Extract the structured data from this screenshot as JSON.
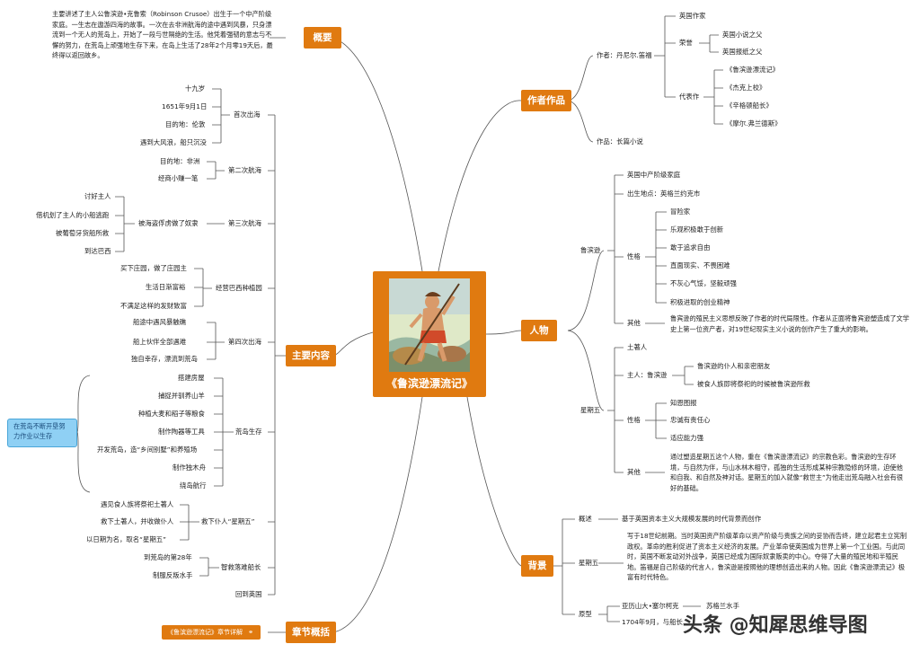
{
  "center": {
    "title": "《鲁滨逊漂流记》"
  },
  "hubs": {
    "summary": "概要",
    "works": "作者作品",
    "content": "主要内容",
    "characters": "人物",
    "background": "背景",
    "chapters": "章节概括"
  },
  "summary_text": "主要讲述了主人公鲁滨逊•克鲁索（Robinson Crusoe）出生于一个中产阶级家庭。一生志在遨游四海的故事。一次在去非洲航海的途中遇到风暴，只身漂流到一个无人的荒岛上，开始了一段与世隔绝的生活。他凭着强韧的意志与不懈的努力，在荒岛上顽强地生存下来，在岛上生活了28年2个月零19天后，最终得以返回故乡。",
  "works": {
    "author": "作者：丹尼尔.笛福",
    "english_writer": "英国作家",
    "honor": "荣誉",
    "honor_items": [
      "英国小说之父",
      "英国报纸之父"
    ],
    "representative": "代表作",
    "rep_items": [
      "《鲁滨逊漂流记》",
      "《杰克上校》",
      "《辛格顿船长》",
      "《摩尔.弗兰德斯》"
    ],
    "genre": "作品：长篇小说"
  },
  "content": {
    "voyage1": {
      "label": "首次出海",
      "items": [
        "十九岁",
        "1651年9月1日",
        "目的地：伦敦",
        "遇到大风浪，船只沉没"
      ]
    },
    "voyage2": {
      "label": "第二次航海",
      "items": [
        "目的地：非洲",
        "经商小赚一笔"
      ]
    },
    "voyage3": {
      "label": "第三次航海",
      "sub": "被海盗俘虏做了奴隶",
      "items": [
        "讨好主人",
        "借机划了主人的小船逃跑",
        "被葡萄牙货船所救",
        "到达巴西"
      ]
    },
    "plantation": {
      "label": "经营巴西种植园",
      "items": [
        "买下庄园，做了庄园主",
        "生活日渐富裕",
        "不满足这样的发财致富"
      ]
    },
    "voyage4": {
      "label": "第四次出海",
      "items": [
        "船途中遇风暴触礁",
        "船上伙伴全部遇难",
        "独自幸存，漂流到荒岛"
      ]
    },
    "survival": {
      "label": "荒岛生存",
      "items": [
        "搭建房屋",
        "捕捉并驯养山羊",
        "种植大麦和稻子等粮食",
        "制作陶器等工具",
        "开发荒岛，造“乡间别墅”和养殖场",
        "制作独木舟",
        "绕岛航行"
      ]
    },
    "friday": {
      "label": "救下仆人“星期五”",
      "items": [
        "遇见食人族将祭祀土著人",
        "救下土著人，并收做仆人",
        "以日期为名，取名“星期五”"
      ]
    },
    "captain": {
      "label": "智救落难船长",
      "items": [
        "到荒岛的第28年",
        "制服反叛水手"
      ]
    },
    "return": "回到英国",
    "note": "在荒岛不断开垦努力作业以生存"
  },
  "characters": {
    "crusoe": {
      "name": "鲁滨逊",
      "family": "英国中产阶级家庭",
      "birthplace": "出生地点：英格兰约克市",
      "personality": "性格",
      "traits": [
        "冒险家",
        "乐观积极敢于创新",
        "敢于追求自由",
        "直面现实、不畏困难",
        "不灰心气馁，坚毅顽强",
        "积极进取的创业精神"
      ],
      "other": "其他",
      "other_text": "鲁宾逊的殖民主义思想反映了作者的时代局限性。作者从正面将鲁宾逊塑造成了文学史上第一位资产者，对19世纪现实主义小说的创作产生了重大的影响。"
    },
    "friday": {
      "name": "星期五",
      "native": "土著人",
      "master": "主人：鲁滨逊",
      "master_items": [
        "鲁滨逊的仆人和亲密朋友",
        "被食人族即将祭祀的时候被鲁滨逊所救"
      ],
      "personality": "性格",
      "traits": [
        "知恩图报",
        "忠诚有责任心",
        "适应能力强"
      ],
      "other": "其他",
      "other_text": "通过塑造星期五这个人物，重在《鲁滨逊漂流记》的宗教色彩。鲁滨逊的生存环境，与自然为伴，与山水林木相守，孤独的生活形成某种宗教隐修的环境，迫使他和自我、和自然及神对话。星期五的加入就像“救世主”为他走出荒岛融入社会有很好的基础。"
    }
  },
  "background": {
    "overview": "概述",
    "overview_text": "基于英国资本主义大规模发展的时代背景而创作",
    "friday": "星期五",
    "friday_text": "写于18世纪前期。当时英国资产阶级革命以资产阶级与贵族之间的妥协而告终，建立起君主立宪制政权。革命的胜利促进了资本主义经济的发展。产业革命使英国成为世界上第一个工业国。与此同时，英国不断发动对外战争，英国已经成为国际奴隶贩卖的中心。夺得了大量的殖民地和半殖民地。笛福是自己阶级的代言人，鲁滨逊是按照他的理想创造出来的人物。因此《鲁滨逊漂流记》极富有时代特色。",
    "prototype": "原型",
    "proto_name": "亚历山大•塞尔柯克",
    "proto_role": "苏格兰水手",
    "proto_date": "1704年9月，与船长..."
  },
  "chapters": {
    "button": "《鲁滨逊漂流记》章节详解"
  },
  "watermark": "头条 @知犀思维导图"
}
